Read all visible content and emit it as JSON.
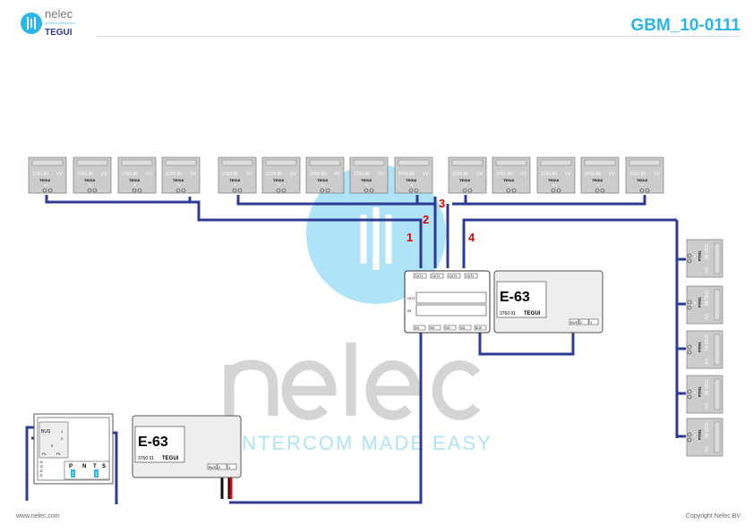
{
  "header": {
    "logo_name": "nelec",
    "logo_tagline": "INTERCOM MADE EASY",
    "logo_brand": "TEGUI",
    "doc_code": "GBM_10-0111"
  },
  "watermark": {
    "name": "nelec",
    "tagline": "INTERCOM MADE EASY"
  },
  "modules": {
    "code": "3760 86",
    "suffix": "VV",
    "brand": "TEGUI",
    "in_label": "IN"
  },
  "line_numbers": [
    "1",
    "2",
    "3",
    "4"
  ],
  "distributor": {
    "outputs": [
      "OUT1",
      "OUT2",
      "OUT3",
      "OUT4"
    ],
    "inputs": [
      "IN1",
      "IN2",
      "IN3",
      "IN4",
      "BUS"
    ],
    "row_out": "OUT",
    "row_in": "IN"
  },
  "power_supply": {
    "model": "E-63",
    "code": "3760 01",
    "brand": "TEGUI",
    "terminals": [
      "BUS",
      "2",
      "1"
    ]
  },
  "panel": {
    "bus_label": "BUS",
    "terminals_a": [
      "1",
      "2"
    ],
    "terminals_b": [
      "5",
      "+",
      "5"
    ],
    "pl_labels": [
      "PL",
      "PL"
    ],
    "jumpers": [
      "J4",
      "J3",
      "J2",
      "J1"
    ],
    "switch_labels": [
      "P",
      "N",
      "T",
      "S"
    ],
    "switch_value": "1"
  },
  "footer": {
    "website": "www.nelec.com",
    "copyright": "Copyright Nelec BV"
  },
  "colors": {
    "accent": "#29b6e8",
    "wire": "#2e3b95",
    "red": "#e00000"
  }
}
